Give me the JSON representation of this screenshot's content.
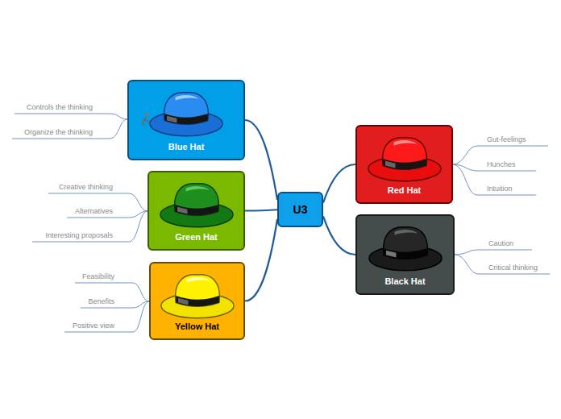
{
  "diagram": {
    "nodes": [
      {
        "text": [
          "U3"
        ]
      },
      {
        "text": [
          "Blue Hat"
        ]
      },
      {
        "text": [
          "Green Hat"
        ]
      },
      {
        "text": [
          "Yellow Hat"
        ]
      },
      {
        "text": [
          "Red Hat"
        ]
      },
      {
        "text": [
          "Black Hat"
        ]
      }
    ],
    "edges": [
      {
        "from": 0,
        "to": 1,
        "arrow": "none"
      },
      {
        "from": 0,
        "to": 2,
        "arrow": "none"
      },
      {
        "from": 0,
        "to": 3,
        "arrow": "none"
      },
      {
        "from": 0,
        "to": 4,
        "arrow": "none"
      },
      {
        "from": 0,
        "to": 5,
        "arrow": "none"
      }
    ],
    "labels": [
      "Controls the thinking",
      "Organize the thinking",
      "Creative thinking",
      "Alternatives",
      "Interesting proposals",
      "Feasibility",
      "Benefits",
      "Positive view",
      "Gut-feelings",
      "Hunches",
      "Intuition",
      "Caution",
      "Critical thinking"
    ]
  }
}
